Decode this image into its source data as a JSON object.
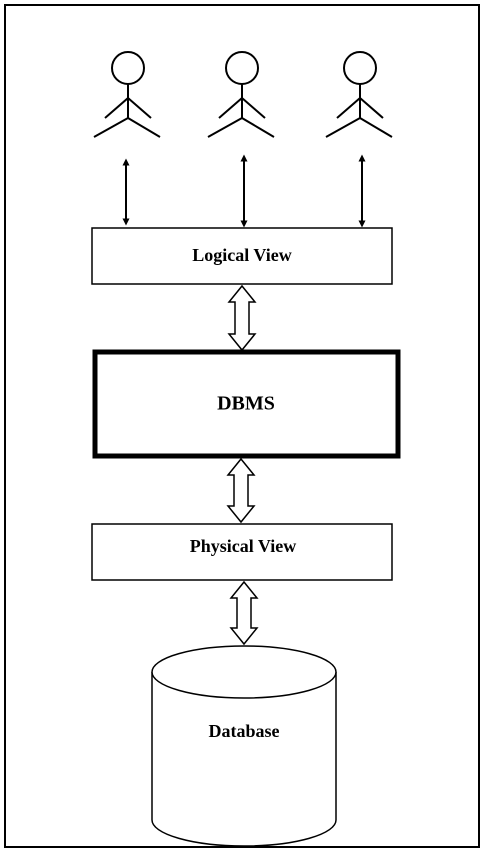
{
  "diagram": {
    "users": [
      "user-1",
      "user-2",
      "user-3"
    ],
    "logical_view": {
      "label": "Logical View"
    },
    "dbms": {
      "label": "DBMS"
    },
    "physical_view": {
      "label": "Physical View"
    },
    "database": {
      "label": "Database"
    }
  },
  "colors": {
    "stroke": "#000000",
    "fill": "#ffffff"
  }
}
